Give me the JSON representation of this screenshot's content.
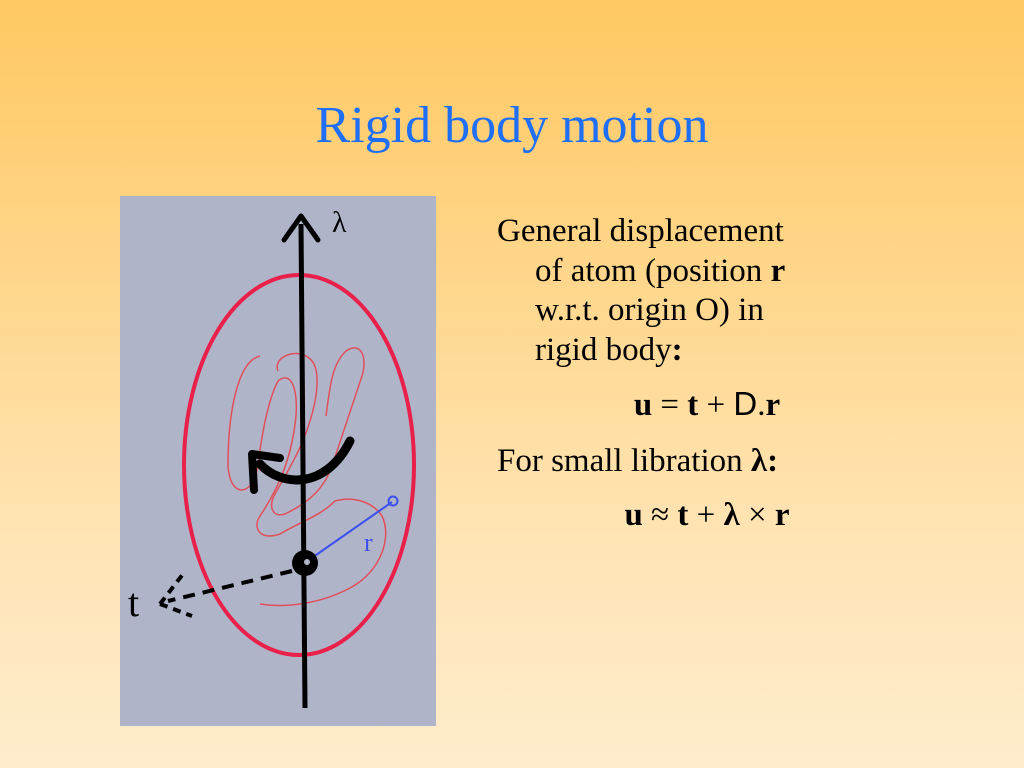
{
  "slide": {
    "title": "Rigid body motion"
  },
  "figure": {
    "axis_label": "λ",
    "translation_label": "t",
    "position_label": "r"
  },
  "text": {
    "line1": "General displacement",
    "line2_pre": "of atom (position ",
    "line2_bold": "r",
    "line3": "w.r.t. origin O) in",
    "line4_pre": "rigid body",
    "line4_bold": ":",
    "eq1": {
      "u": "u",
      "eq": " = ",
      "t": "t",
      "plus": " + ",
      "D": "D",
      "dot": ".",
      "r": "r"
    },
    "small_libration_pre": "For small libration ",
    "small_libration_sym": "λ:",
    "eq2": {
      "u": "u",
      "approx": " ≈ ",
      "t": "t",
      "plus": " + ",
      "lambda": "λ",
      "times": " × ",
      "r": "r"
    }
  },
  "colors": {
    "title": "#1e6ff5",
    "ellipse": "#e8204a",
    "molecule_outline": "#e0505a",
    "position_vector": "#3c50f0",
    "panel_background": "#b0b4c8"
  }
}
